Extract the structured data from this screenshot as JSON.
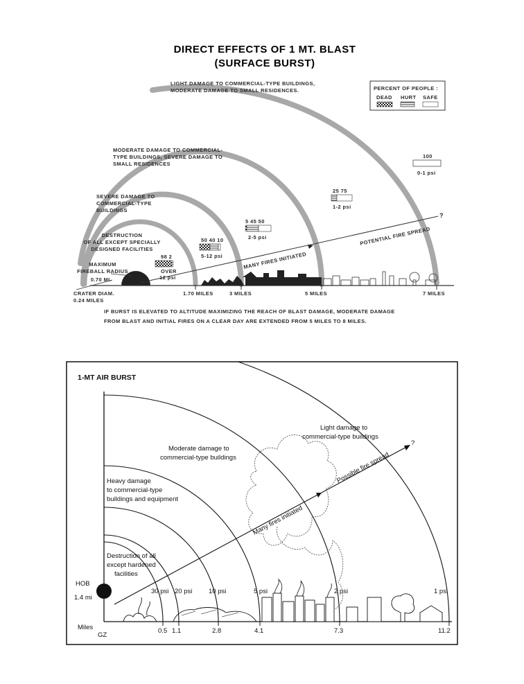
{
  "top": {
    "title_line1": "DIRECT EFFECTS OF 1 MT. BLAST",
    "title_line2": "(SURFACE BURST)",
    "zone_light_1": "LIGHT DAMAGE TO COMMERCIAL-TYPE BUILDINGS,",
    "zone_light_2": "MODERATE DAMAGE TO SMALL RESIDENCES.",
    "zone_moderate_1": "MODERATE DAMAGE TO COMMERCIAL-",
    "zone_moderate_2": "TYPE BUILDINGS, SEVERE DAMAGE TO",
    "zone_moderate_3": "SMALL RESIDENCES",
    "zone_severe_1": "SEVERE DAMAGE TO",
    "zone_severe_2": "COMMERCIAL-TYPE",
    "zone_severe_3": "BUILDINGS",
    "zone_destruction_1": "DESTRUCTION",
    "zone_destruction_2": "OF ALL EXCEPT SPECIALLY",
    "zone_destruction_3": "DESIGNED FACILITIES",
    "fireball_1": "MAXIMUM",
    "fireball_2": "FIREBALL RADIUS",
    "fireball_3": "0.70 MI.",
    "crater_1": "CRATER DIAM.",
    "crater_2": "0.24 MILES",
    "dist_1": "1.70 MILES",
    "dist_2": "3 MILES",
    "dist_3": "5 MILES",
    "dist_4": "7 MILES",
    "legend_title": "PERCENT OF PEOPLE :",
    "legend_dead": "DEAD",
    "legend_hurt": "HURT",
    "legend_safe": "SAFE",
    "psi_over12_values": "98  2",
    "psi_over12_1": "OVER",
    "psi_over12_2": "12 psi",
    "psi_5_12_values": "50  40  10",
    "psi_5_12": "5-12 psi",
    "psi_2_5_values": "5  45  50",
    "psi_2_5": "2-5 psi",
    "psi_1_2_values": "25  75",
    "psi_1_2": "1-2 psi",
    "psi_0_1_values": "100",
    "psi_0_1": "0-1 psi",
    "many_fires": "MANY FIRES INITIATED",
    "potential_fire": "POTENTIAL FIRE SPREAD",
    "question": "?",
    "footnote_1": "IF BURST IS ELEVATED TO ALTITUDE MAXIMIZING THE REACH OF BLAST DAMAGE, MODERATE DAMAGE",
    "footnote_2": "FROM BLAST AND INITIAL FIRES ON A CLEAR DAY ARE EXTENDED FROM 5 MILES TO 8 MILES."
  },
  "bottom": {
    "title": "1-MT AIR BURST",
    "light_1": "Light damage to",
    "light_2": "commercial-type buildings",
    "moderate_1": "Moderate damage to",
    "moderate_2": "commercial-type buildings",
    "heavy_1": "Heavy damage",
    "heavy_2": "to commercial-type",
    "heavy_3": "buildings and equipment",
    "destruction_1": "Destruction of all",
    "destruction_2": "except hardened",
    "destruction_3": "facilities",
    "hob": "HOB",
    "hob_value": "1.4 mi",
    "psi_30": "30 psi",
    "psi_20": "20 psi",
    "psi_10": "10 psi",
    "psi_5": "5 psi",
    "psi_2": "2 psi",
    "psi_1": "1 psi",
    "many_fires": "Many fires initiated",
    "possible_fire": "Possible fire spread",
    "question": "?",
    "axis_miles": "Miles",
    "axis_gz": "GZ",
    "tick_05": "0.5",
    "tick_11": "1.1",
    "tick_28": "2.8",
    "tick_41": "4.1",
    "tick_73": "7.3",
    "tick_112": "11.2"
  },
  "colors": {
    "ink": "#1a1a1a",
    "stipple": "#9a9a9a",
    "frame": "#111111"
  }
}
